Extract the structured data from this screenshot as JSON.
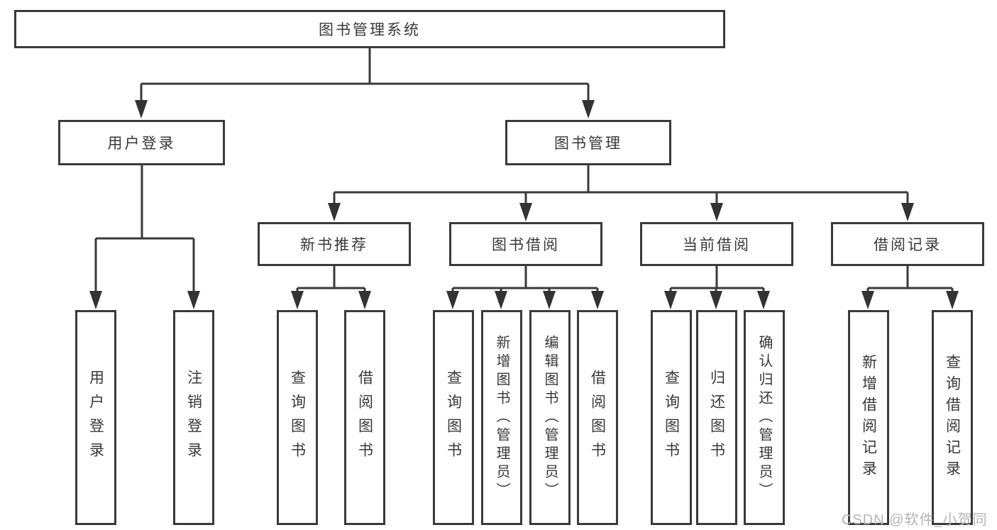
{
  "diagram": {
    "title": "图书管理系统",
    "branches": [
      {
        "label": "用户登录",
        "children": [
          "用户登录",
          "注销登录"
        ]
      },
      {
        "label": "图书管理",
        "sections": [
          {
            "label": "新书推荐",
            "children": [
              "查询图书",
              "借阅图书"
            ]
          },
          {
            "label": "图书借阅",
            "children": [
              "查询图书",
              "新增图书（管理员）",
              "编辑图书（管理员）",
              "借阅图书"
            ]
          },
          {
            "label": "当前借阅",
            "children": [
              "查询图书",
              "归还图书",
              "确认归还（管理员）"
            ]
          },
          {
            "label": "借阅记录",
            "children": [
              "新增借阅记录",
              "查询借阅记录"
            ]
          }
        ]
      }
    ]
  },
  "watermark": "CSDN @软件_小贺同学",
  "colors": {
    "line": "#3a3a3a",
    "text": "#383838",
    "watermark": "#b4b4b4",
    "background": "#ffffff"
  }
}
